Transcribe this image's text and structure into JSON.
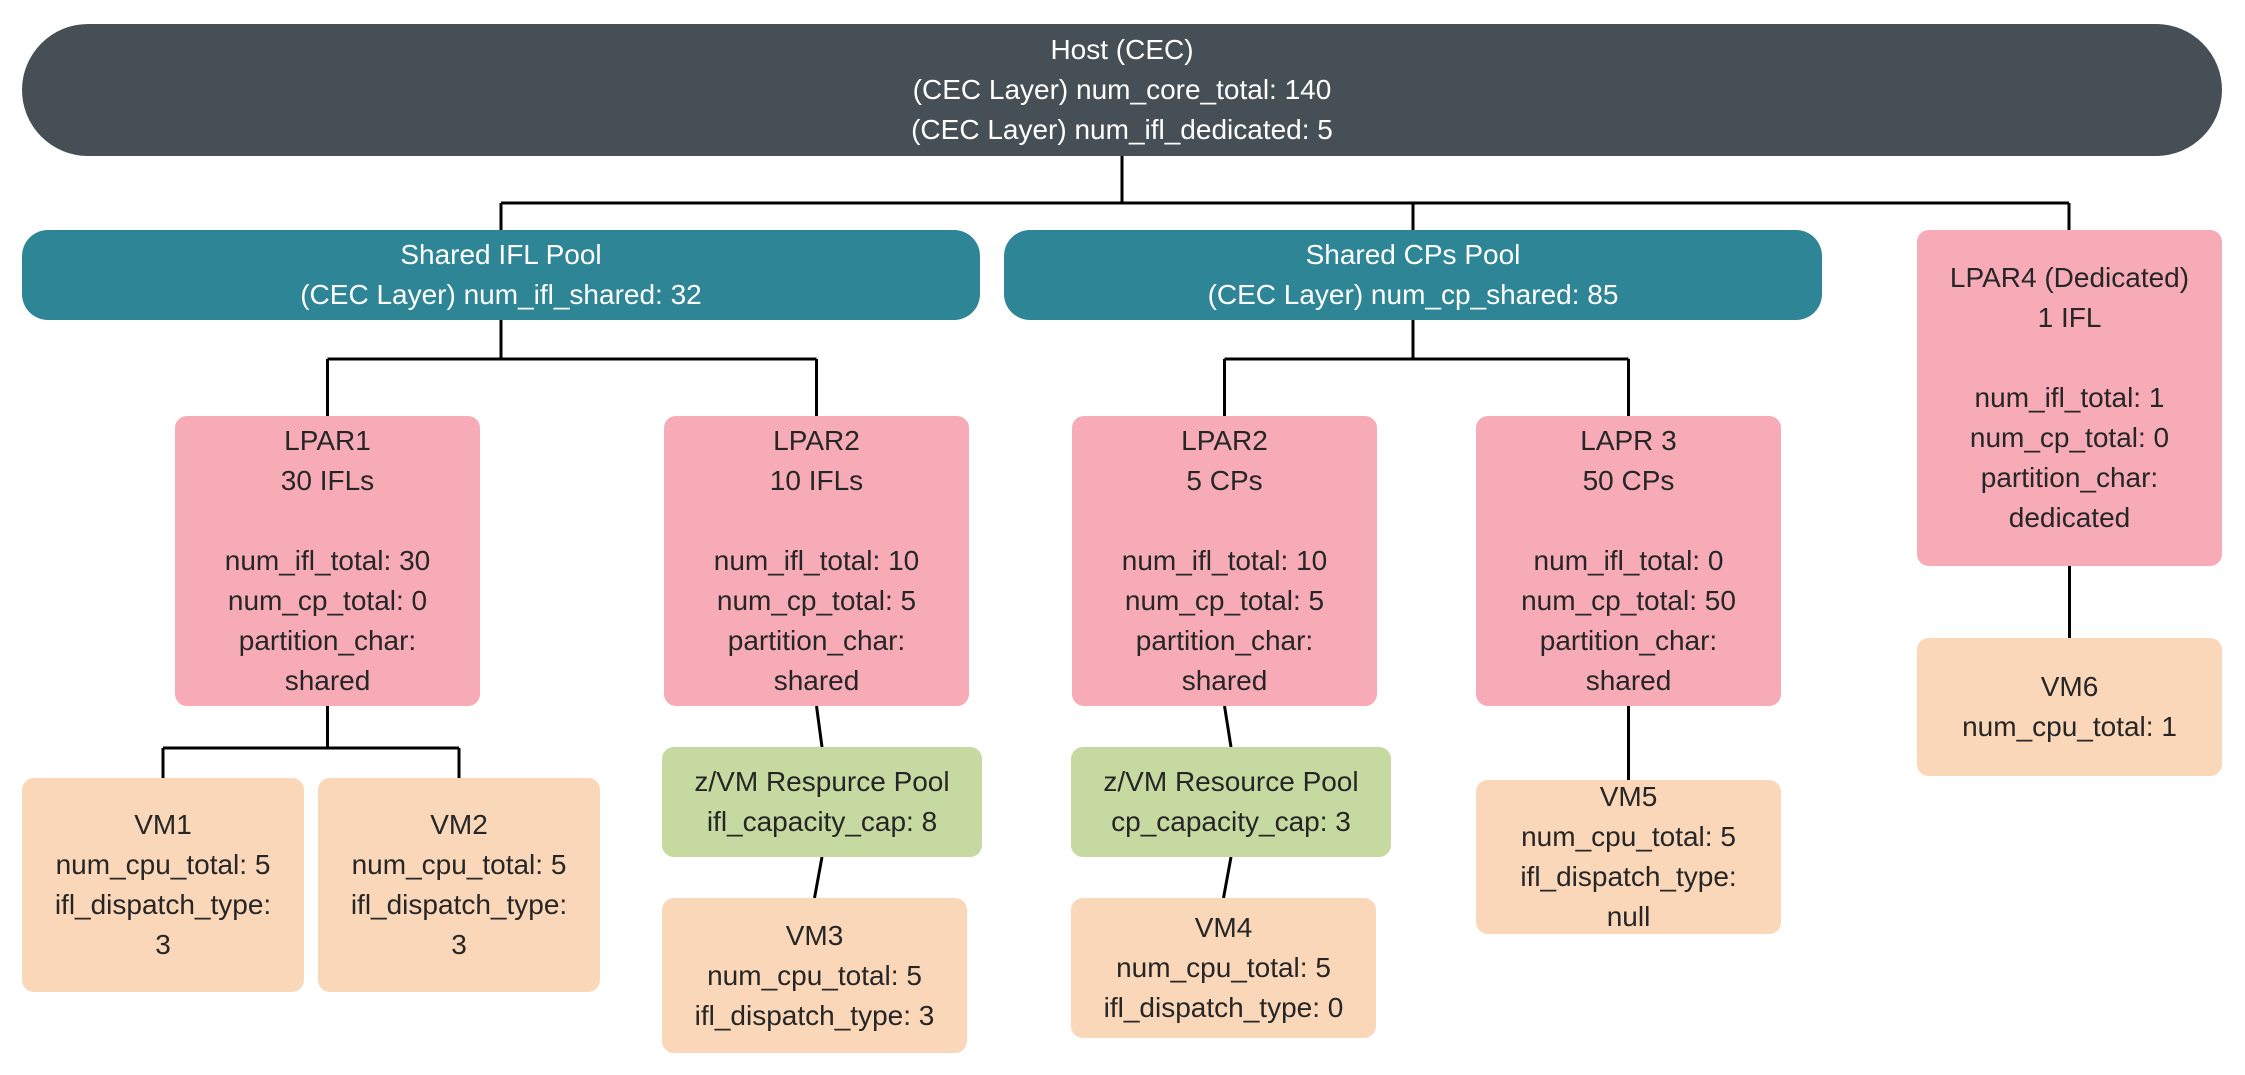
{
  "nodes": {
    "host": [
      "Host (CEC)",
      "(CEC Layer) num_core_total: 140",
      "(CEC Layer) num_ifl_dedicated: 5"
    ],
    "ifl_pool": [
      "Shared IFL Pool",
      "(CEC Layer) num_ifl_shared: 32"
    ],
    "cp_pool": [
      "Shared CPs Pool",
      "(CEC Layer) num_cp_shared: 85"
    ],
    "lpar4": [
      "LPAR4 (Dedicated)",
      "1 IFL",
      "",
      "num_ifl_total: 1",
      "num_cp_total: 0",
      "partition_char:",
      "dedicated"
    ],
    "lpar1": [
      "LPAR1",
      "30 IFLs",
      "",
      "num_ifl_total: 30",
      "num_cp_total: 0",
      "partition_char:",
      "shared"
    ],
    "lpar2_ifl": [
      "LPAR2",
      "10 IFLs",
      "",
      "num_ifl_total: 10",
      "num_cp_total: 5",
      "partition_char:",
      "shared"
    ],
    "lpar2_cp": [
      "LPAR2",
      "5 CPs",
      "",
      "num_ifl_total: 10",
      "num_cp_total: 5",
      "partition_char:",
      "shared"
    ],
    "lapr3": [
      "LAPR 3",
      "50 CPs",
      "",
      "num_ifl_total: 0",
      "num_cp_total: 50",
      "partition_char:",
      "shared"
    ],
    "vm6": [
      "VM6",
      "num_cpu_total: 1"
    ],
    "vm1": [
      "VM1",
      "num_cpu_total: 5",
      "ifl_dispatch_type:",
      "3"
    ],
    "vm2": [
      "VM2",
      "num_cpu_total: 5",
      "ifl_dispatch_type:",
      "3"
    ],
    "zvm_ifl": [
      "z/VM Respurce Pool",
      "ifl_capacity_cap: 8"
    ],
    "zvm_cp": [
      "z/VM Resource Pool",
      "cp_capacity_cap: 3"
    ],
    "vm5": [
      "VM5",
      "num_cpu_total: 5",
      "ifl_dispatch_type:",
      "null"
    ],
    "vm3": [
      "VM3",
      "num_cpu_total: 5",
      "ifl_dispatch_type: 3"
    ],
    "vm4": [
      "VM4",
      "num_cpu_total: 5",
      "ifl_dispatch_type: 0"
    ]
  },
  "edges": [
    [
      "host",
      "ifl_pool"
    ],
    [
      "host",
      "cp_pool"
    ],
    [
      "host",
      "lpar4"
    ],
    [
      "ifl_pool",
      "lpar1"
    ],
    [
      "ifl_pool",
      "lpar2_ifl"
    ],
    [
      "cp_pool",
      "lpar2_cp"
    ],
    [
      "cp_pool",
      "lapr3"
    ],
    [
      "lpar1",
      "vm1"
    ],
    [
      "lpar1",
      "vm2"
    ],
    [
      "lpar2_ifl",
      "zvm_ifl"
    ],
    [
      "zvm_ifl",
      "vm3"
    ],
    [
      "lpar2_cp",
      "zvm_cp"
    ],
    [
      "zvm_cp",
      "vm4"
    ],
    [
      "lapr3",
      "vm5"
    ],
    [
      "lpar4",
      "vm6"
    ]
  ],
  "colors": {
    "host": "#454f55",
    "pool": "#2e8595",
    "lpar": "#f6abb6",
    "zvm_pool": "#c5d9a0",
    "vm": "#fbd7b9",
    "connector": "#000000"
  }
}
